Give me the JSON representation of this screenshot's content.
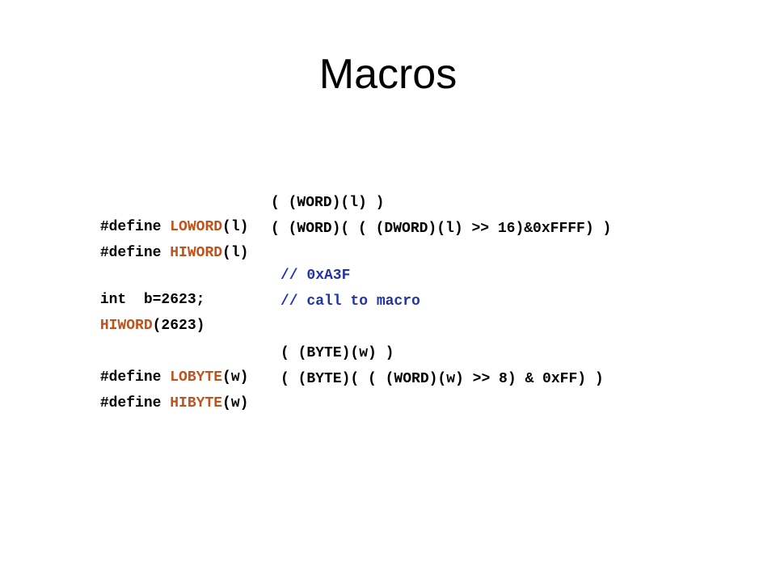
{
  "slide": {
    "title": "Macros",
    "colors": {
      "macro_name": "#c0531b",
      "comment": "#2233aa",
      "text": "#000000",
      "background": "#ffffff"
    },
    "code": {
      "loword": {
        "keyword": "#define ",
        "name": "LOWORD",
        "params": "(l)",
        "body": "( (WORD)(l) )"
      },
      "hiword": {
        "keyword": "#define ",
        "name": "HIWORD",
        "params": "(l)",
        "body": "( (WORD)( ( (DWORD)(l) >> 16)&0xFFFF) )"
      },
      "int_decl": {
        "code": "int  b=2623;",
        "comment": "// 0xA3F"
      },
      "call": {
        "name": "HIWORD",
        "args": "(2623)",
        "comment": "// call to macro"
      },
      "lobyte": {
        "keyword": "#define ",
        "name": "LOBYTE",
        "params": "(w)",
        "body": "( (BYTE)(w) )"
      },
      "hibyte": {
        "keyword": "#define ",
        "name": "HIBYTE",
        "params": "(w)",
        "body": "( (BYTE)( ( (WORD)(w) >> 8) & 0xFF) )"
      }
    }
  }
}
